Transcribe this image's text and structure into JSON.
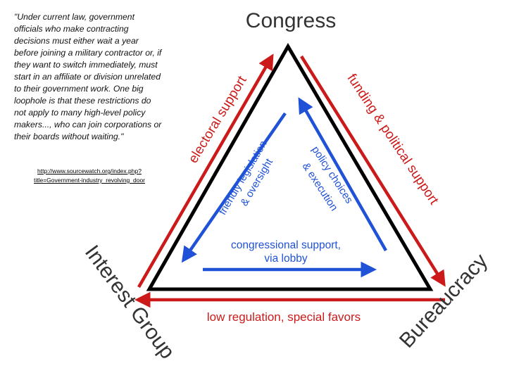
{
  "quote": {
    "text": "\"Under current law, government officials who make contracting decisions must either wait a year before joining a military contractor or, if they want to switch immediately, must start in an affiliate or division unrelated to their government work. One big loophole is that these restrictions do not apply to many high-level policy makers..., who can join corporations or their boards without waiting.\"",
    "source": "http://www.sourcewatch.org/index.php?title=Government-industry_revolving_door"
  },
  "diagram": {
    "vertices": {
      "top": "Congress",
      "bottom_left": "Interest Group",
      "bottom_right": "Bureaucracy"
    },
    "outer_arrows": {
      "left_side": "electoral support",
      "right_side": "funding & political support",
      "bottom_side": "low regulation, special favors"
    },
    "inner_arrows": {
      "left_side": [
        "friendly legislation",
        "& oversight"
      ],
      "right_side": [
        "policy choices",
        "& execution"
      ],
      "bottom_side": [
        "congressional support,",
        "via lobby"
      ]
    },
    "colors": {
      "triangle": "#000000",
      "outer_arrows": "#cc1a1a",
      "inner_arrows": "#1f52d6",
      "text": "#333333"
    }
  }
}
